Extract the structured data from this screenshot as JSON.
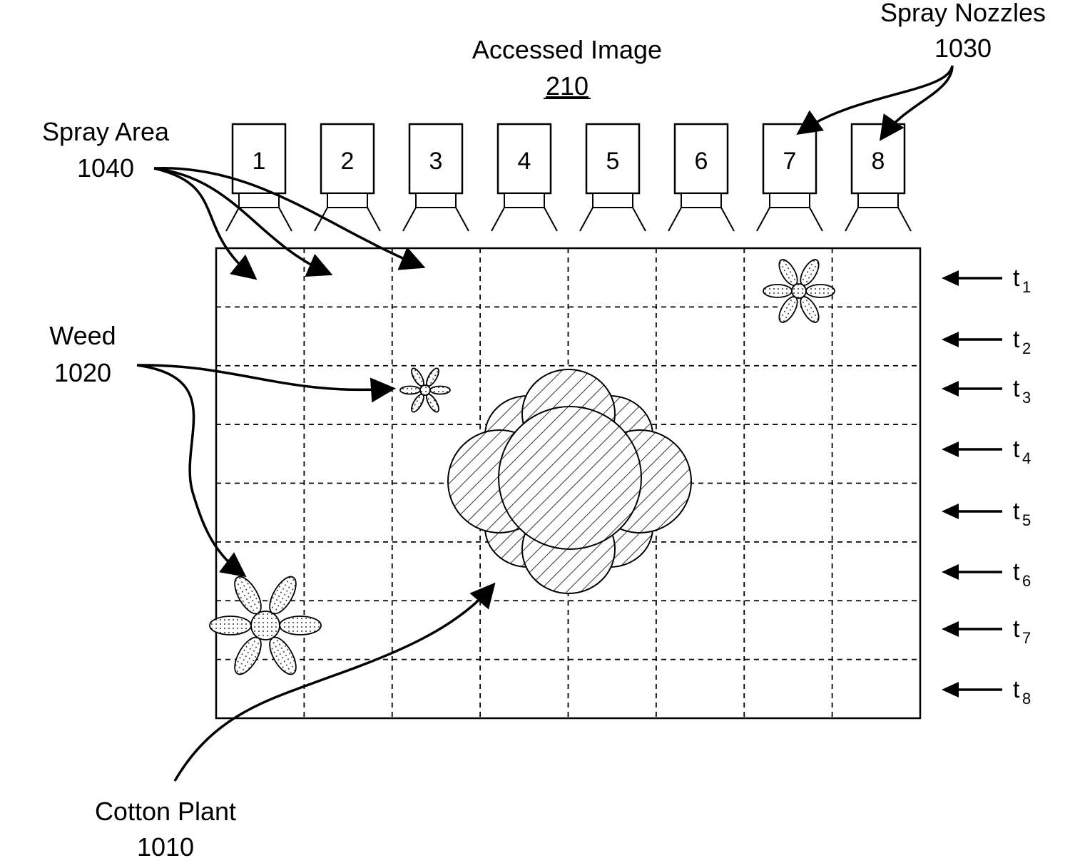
{
  "title": {
    "label": "Accessed Image",
    "ref": "210"
  },
  "spray_nozzles": {
    "label": "Spray Nozzles",
    "ref": "1030"
  },
  "spray_area": {
    "label": "Spray Area",
    "ref": "1040"
  },
  "weed": {
    "label": "Weed",
    "ref": "1020"
  },
  "cotton_plant": {
    "label": "Cotton Plant",
    "ref": "1010"
  },
  "nozzles": [
    "1",
    "2",
    "3",
    "4",
    "5",
    "6",
    "7",
    "8"
  ],
  "time_rows": [
    {
      "base": "t",
      "sub": "1"
    },
    {
      "base": "t",
      "sub": "2"
    },
    {
      "base": "t",
      "sub": "3"
    },
    {
      "base": "t",
      "sub": "4"
    },
    {
      "base": "t",
      "sub": "5"
    },
    {
      "base": "t",
      "sub": "6"
    },
    {
      "base": "t",
      "sub": "7"
    },
    {
      "base": "t",
      "sub": "8"
    }
  ],
  "grid": {
    "columns": 8,
    "rows": 8
  }
}
